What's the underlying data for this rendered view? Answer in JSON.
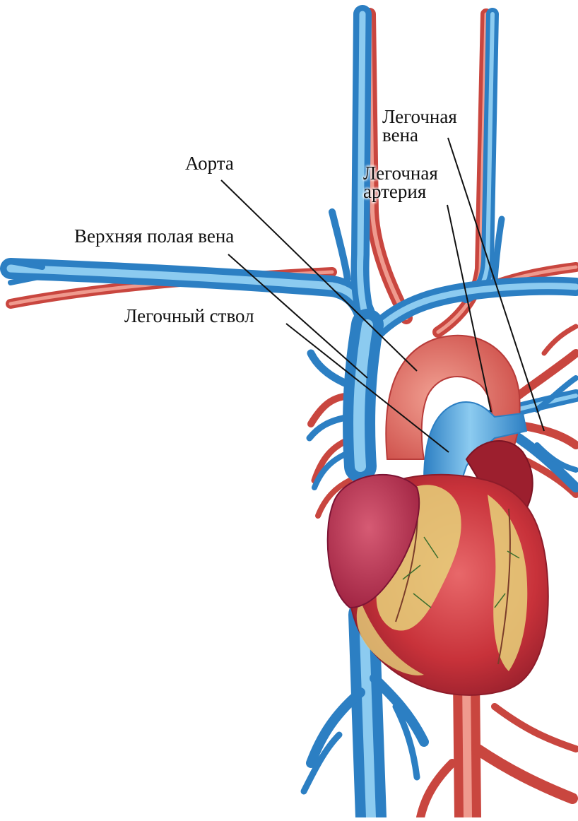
{
  "labels": {
    "pulmonary_vein": [
      "Легочная",
      "вена"
    ],
    "aorta": "Аорта",
    "pulmonary_artery": [
      "Легочная",
      "артерия"
    ],
    "superior_vena_cava": "Верхняя полая вена",
    "pulmonary_trunk": "Легочный ствол"
  },
  "colors": {
    "vein_blue": "#3f9ad8",
    "vein_blue_light": "#8ccbf0",
    "artery_red": "#d2504a",
    "artery_red_light": "#ef9a8e",
    "heart_red": "#c8323a",
    "heart_dark": "#9c1f2e",
    "fat_yellow": "#e6d27a",
    "leader_line": "#111111"
  }
}
